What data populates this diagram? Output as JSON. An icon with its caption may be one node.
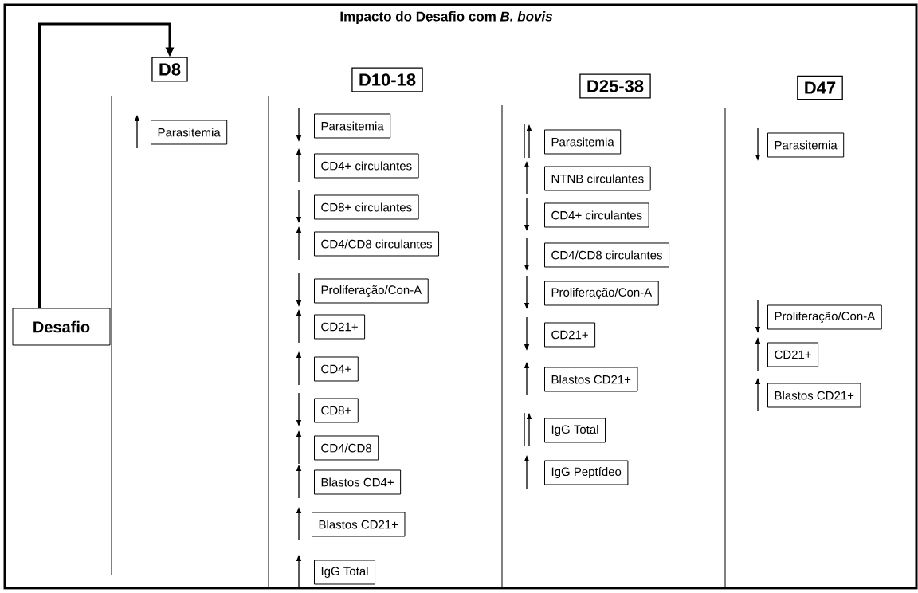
{
  "diagram": {
    "title": "Impacto do Desafio com *B. bovis*",
    "nodes": [
      {
        "text": [
          "D8"
        ]
      },
      {
        "text": [
          "D10-18"
        ]
      },
      {
        "text": [
          "D25-38"
        ]
      },
      {
        "text": [
          "D47"
        ]
      },
      {
        "text": [
          "Desafio"
        ]
      },
      {
        "text": [
          "Parasitemia"
        ]
      },
      {
        "text": [
          "Parasitemia"
        ]
      },
      {
        "text": [
          "CD4+ circulantes"
        ]
      },
      {
        "text": [
          "CD8+ circulantes"
        ]
      },
      {
        "text": [
          "CD4/CD8 circulantes"
        ]
      },
      {
        "text": [
          "Proliferação/Con-A"
        ]
      },
      {
        "text": [
          "CD21+"
        ]
      },
      {
        "text": [
          "CD4+"
        ]
      },
      {
        "text": [
          "CD8+"
        ]
      },
      {
        "text": [
          "CD4/CD8"
        ]
      },
      {
        "text": [
          "Blastos CD4+"
        ]
      },
      {
        "text": [
          "Blastos CD21+"
        ]
      },
      {
        "text": [
          "IgG Total"
        ]
      },
      {
        "text": [
          "Parasitemia"
        ]
      },
      {
        "text": [
          "NTNB circulantes"
        ]
      },
      {
        "text": [
          "CD4+ circulantes"
        ]
      },
      {
        "text": [
          "CD4/CD8 circulantes"
        ]
      },
      {
        "text": [
          "Proliferação/Con-A"
        ]
      },
      {
        "text": [
          "CD21+"
        ]
      },
      {
        "text": [
          "Blastos CD21+"
        ]
      },
      {
        "text": [
          "IgG Total"
        ]
      },
      {
        "text": [
          "IgG Peptídeo"
        ]
      },
      {
        "text": [
          "Parasitemia"
        ]
      },
      {
        "text": [
          "Proliferação/Con-A"
        ]
      },
      {
        "text": [
          "CD21+"
        ]
      },
      {
        "text": [
          "Blastos CD21+"
        ]
      }
    ],
    "edges": [
      {
        "from": 4,
        "to": 0,
        "arrow": "to"
      }
    ]
  }
}
